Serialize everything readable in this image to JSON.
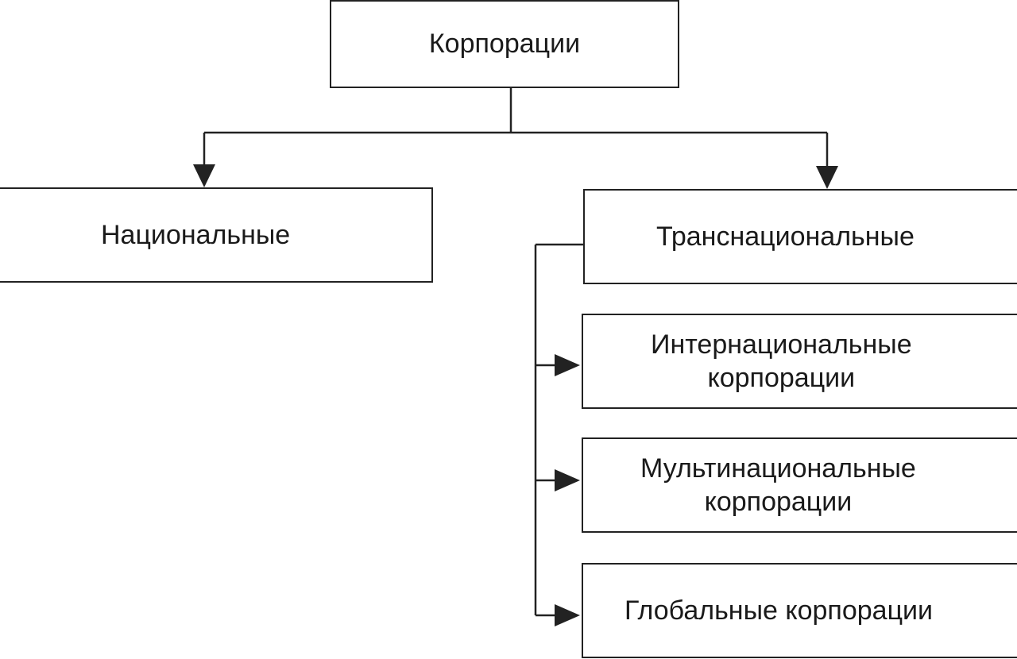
{
  "diagram": {
    "root": "Корпорации",
    "national": "Национальные",
    "transnational": "Транснациональные",
    "international": {
      "line1": "Интернациональные",
      "line2": "корпорации"
    },
    "multinational": {
      "line1": "Мультинациональные",
      "line2": "корпорации"
    },
    "global": "Глобальные корпорации"
  }
}
